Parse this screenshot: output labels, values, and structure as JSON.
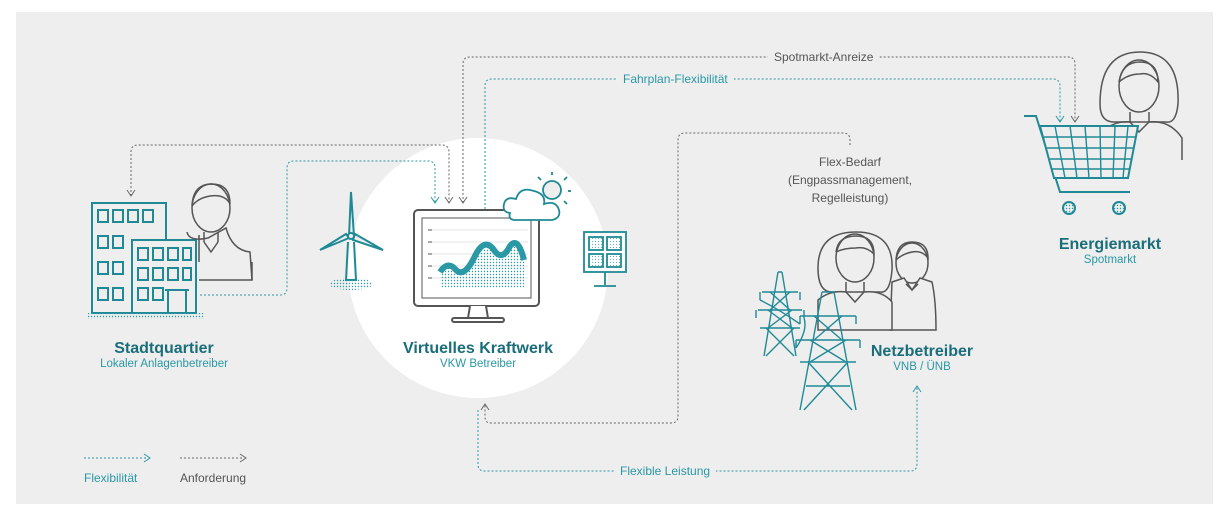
{
  "nodes": {
    "stadtquartier": {
      "title": "Stadtquartier",
      "subtitle": "Lokaler Anlagenbetreiber"
    },
    "vkw": {
      "title": "Virtuelles Kraftwerk",
      "subtitle": "VKW Betreiber"
    },
    "netzbetreiber": {
      "title": "Netzbetreiber",
      "subtitle": "VNB / ÜNB"
    },
    "energiemarkt": {
      "title": "Energiemarkt",
      "subtitle": "Spotmarkt"
    }
  },
  "flows": {
    "spotmarkt": "Spotmarkt-Anreize",
    "fahrplan": "Fahrplan-Flexibilität",
    "flex_bedarf_1": "Flex-Bedarf",
    "flex_bedarf_2": "(Engpassmanagement,",
    "flex_bedarf_3": "Regelleistung)",
    "flexible_leistung": "Flexible Leistung"
  },
  "legend": {
    "flexibility": "Flexibilität",
    "request": "Anforderung"
  },
  "colors": {
    "teal": "#2a98a5",
    "dark_teal": "#1a6e7a",
    "grey_line": "#555555",
    "background": "#eeeeee"
  },
  "icons": [
    "buildings-icon",
    "person-icon",
    "wind-turbine-icon",
    "monitor-chart-icon",
    "cloud-sun-icon",
    "solar-panel-icon",
    "pylon-icon",
    "shopping-cart-icon"
  ]
}
